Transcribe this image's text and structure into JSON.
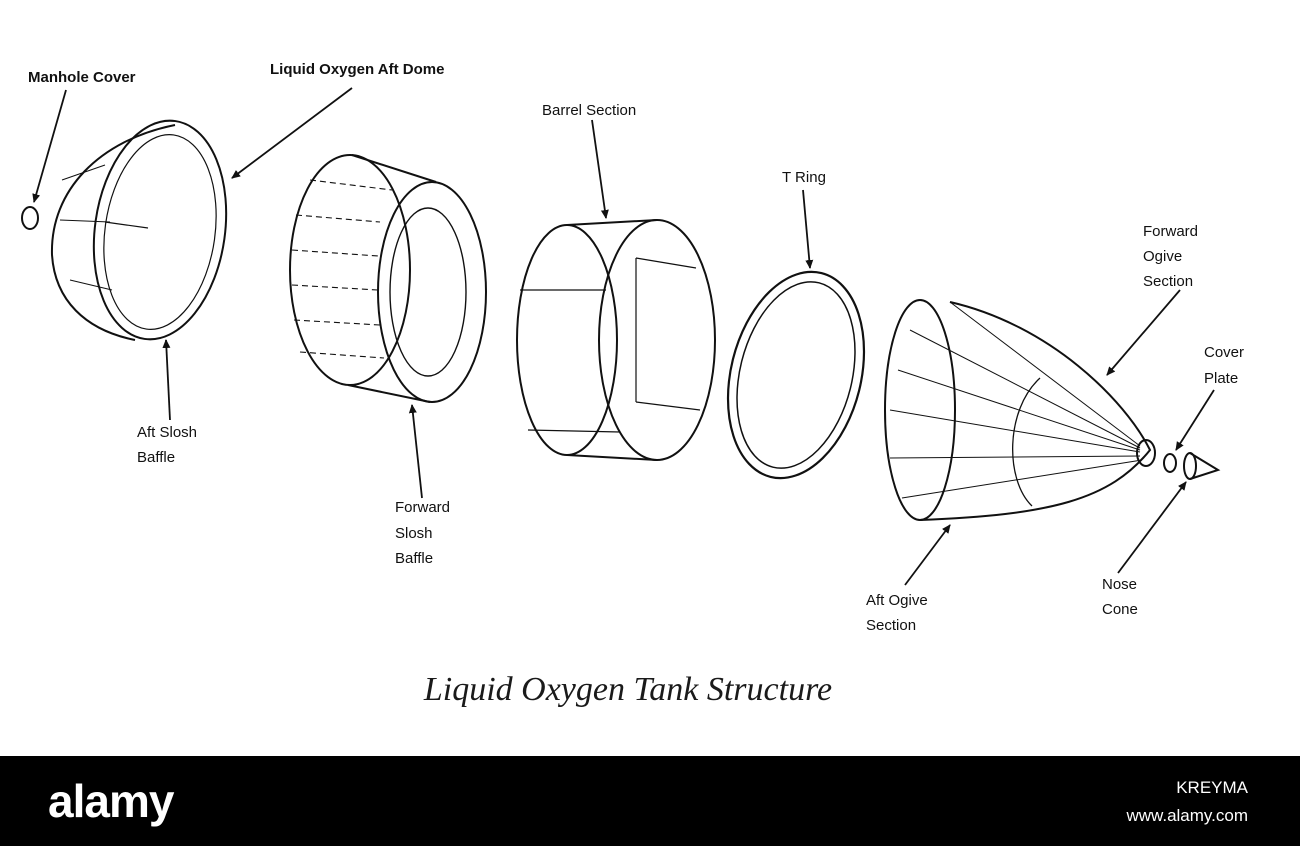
{
  "labels": {
    "manhole_cover": "Manhole Cover",
    "lox_aft_dome": "Liquid Oxygen Aft Dome",
    "barrel_section": "Barrel Section",
    "t_ring": "T Ring",
    "forward_ogive_1": "Forward",
    "forward_ogive_2": "Ogive",
    "forward_ogive_3": "Section",
    "cover_plate_1": "Cover",
    "cover_plate_2": "Plate",
    "aft_slosh_1": "Aft Slosh",
    "aft_slosh_2": "Baffle",
    "fwd_slosh_1": "Forward",
    "fwd_slosh_2": "Slosh",
    "fwd_slosh_3": "Baffle",
    "aft_ogive_1": "Aft Ogive",
    "aft_ogive_2": "Section",
    "nose_cone_1": "Nose",
    "nose_cone_2": "Cone"
  },
  "caption": "Liquid Oxygen Tank Structure",
  "watermark": {
    "brand": "alamy",
    "image_id": "KREYMA",
    "site": "www.alamy.com"
  },
  "colors": {
    "line": "#111111",
    "footer_bg": "#000000",
    "footer_text": "#ffffff"
  }
}
